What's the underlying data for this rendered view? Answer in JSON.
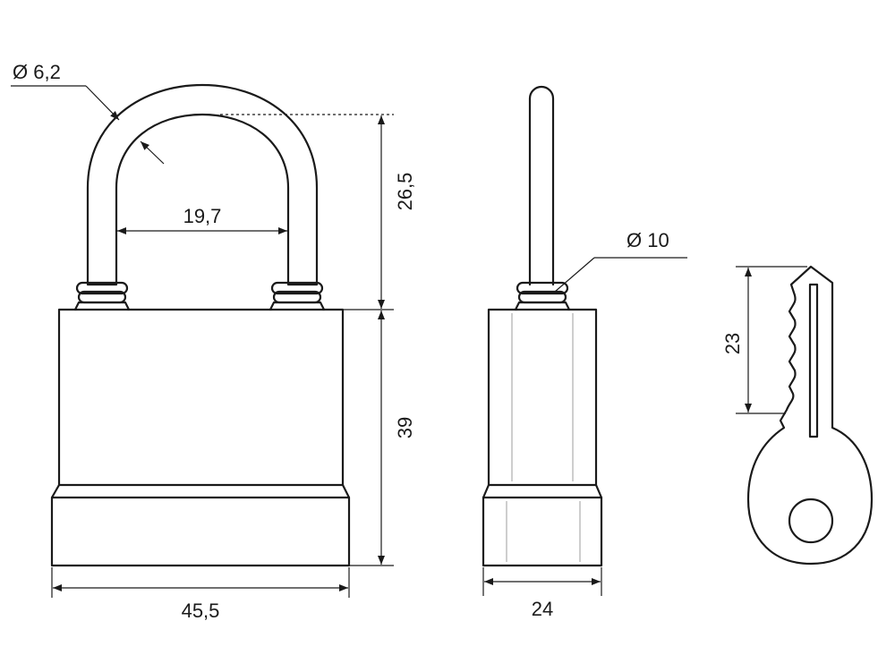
{
  "dimensions": {
    "shackle_diameter": "Ø 6,2",
    "shackle_clearance_height": "26,5",
    "shackle_inner_width": "19,7",
    "body_height": "39",
    "body_width": "45,5",
    "body_depth": "24",
    "shackle_side_diameter": "Ø 10",
    "key_blade_length": "23"
  }
}
